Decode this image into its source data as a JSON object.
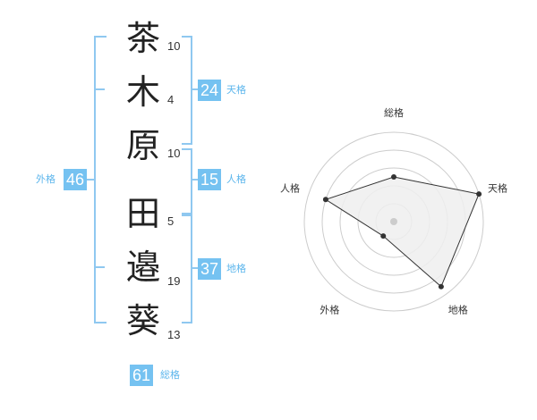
{
  "name": {
    "characters": [
      {
        "char": "茶",
        "strokes": "10"
      },
      {
        "char": "木",
        "strokes": "4"
      },
      {
        "char": "原",
        "strokes": "10"
      },
      {
        "char": "田",
        "strokes": "5"
      },
      {
        "char": "邉",
        "strokes": "19"
      },
      {
        "char": "葵",
        "strokes": "13"
      }
    ]
  },
  "fortunes": {
    "tenkaku": {
      "value": "24",
      "label": "天格"
    },
    "jinkaku": {
      "value": "15",
      "label": "人格"
    },
    "chikaku": {
      "value": "37",
      "label": "地格"
    },
    "gaikaku": {
      "value": "46",
      "label": "外格"
    },
    "soukaku": {
      "value": "61",
      "label": "総格"
    }
  },
  "chart_data": {
    "type": "radar",
    "axes": [
      "総格",
      "天格",
      "地格",
      "外格",
      "人格"
    ],
    "values": [
      2.5,
      5,
      4.5,
      1,
      4
    ],
    "max": 5,
    "rings": 5,
    "colors": {
      "fill": "#eeeeee",
      "stroke": "#333333",
      "grid": "#cccccc",
      "center": "#cccccc"
    }
  },
  "colors": {
    "accent": "#75c2f1",
    "bracket": "#8fc8f0"
  }
}
